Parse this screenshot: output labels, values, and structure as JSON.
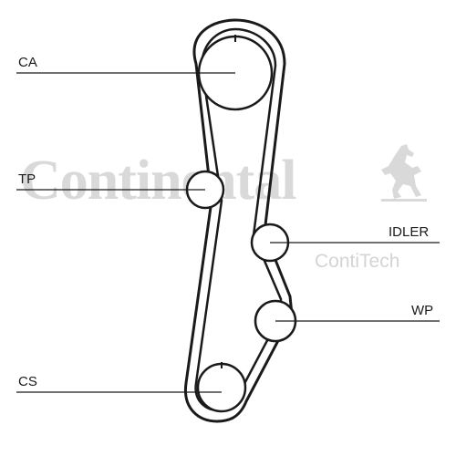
{
  "labels": {
    "ca": "CA",
    "tp": "TP",
    "idler": "IDLER",
    "wp": "WP",
    "cs": "CS"
  },
  "watermark": {
    "brand": "Continental",
    "sub": "ContiTech",
    "logo_icon": "rearing-horse-icon"
  },
  "colors": {
    "line": "#1a1a1a",
    "watermark": "#d9d9d9"
  }
}
